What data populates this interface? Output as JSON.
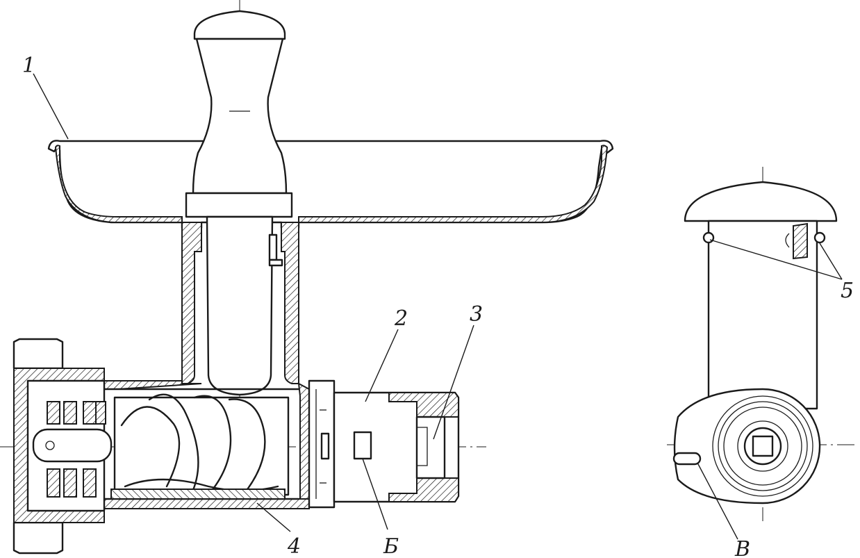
{
  "figure": {
    "callouts": {
      "c1": "1",
      "c2": "2",
      "c3": "3",
      "c4": "4",
      "c5": "5",
      "cB": "Б",
      "cV": "В"
    }
  }
}
